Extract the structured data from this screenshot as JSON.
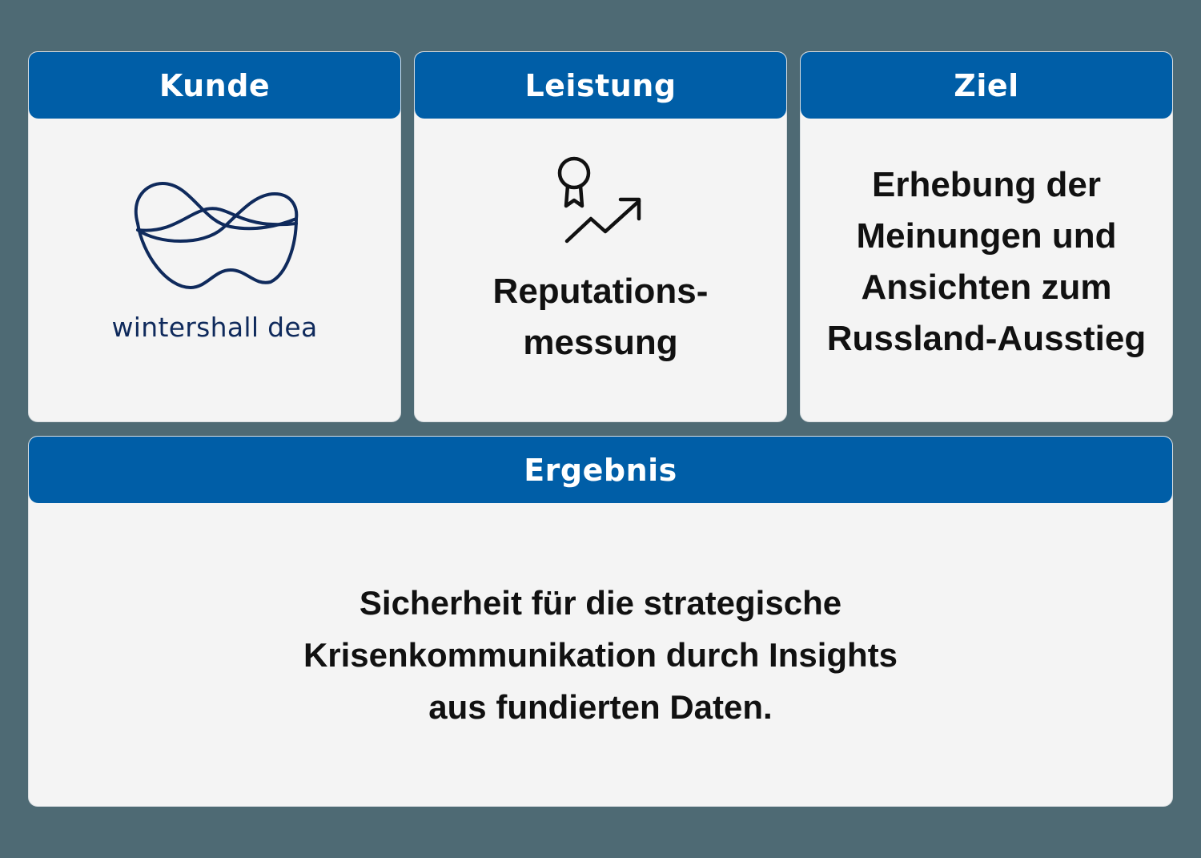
{
  "cards": [
    {
      "title": "Kunde",
      "logo_text": "wintershall dea",
      "logo_icon": "wintershall-dea-logo"
    },
    {
      "title": "Leistung",
      "icon": "award-growth-icon",
      "lines": [
        "Reputations-",
        "messung"
      ]
    },
    {
      "title": "Ziel",
      "lines": [
        "Erhebung der",
        "Meinungen und",
        "Ansichten zum",
        "Russland-Ausstieg"
      ]
    }
  ],
  "result": {
    "title": "Ergebnis",
    "lines": [
      "Sicherheit für die strategische",
      "Krisenkommunikation durch Insights",
      "aus fundierten Daten."
    ]
  },
  "colors": {
    "header": "#005ea7",
    "background": "#4e6a74",
    "card": "#f4f4f4",
    "logo": "#0f2a5c"
  }
}
